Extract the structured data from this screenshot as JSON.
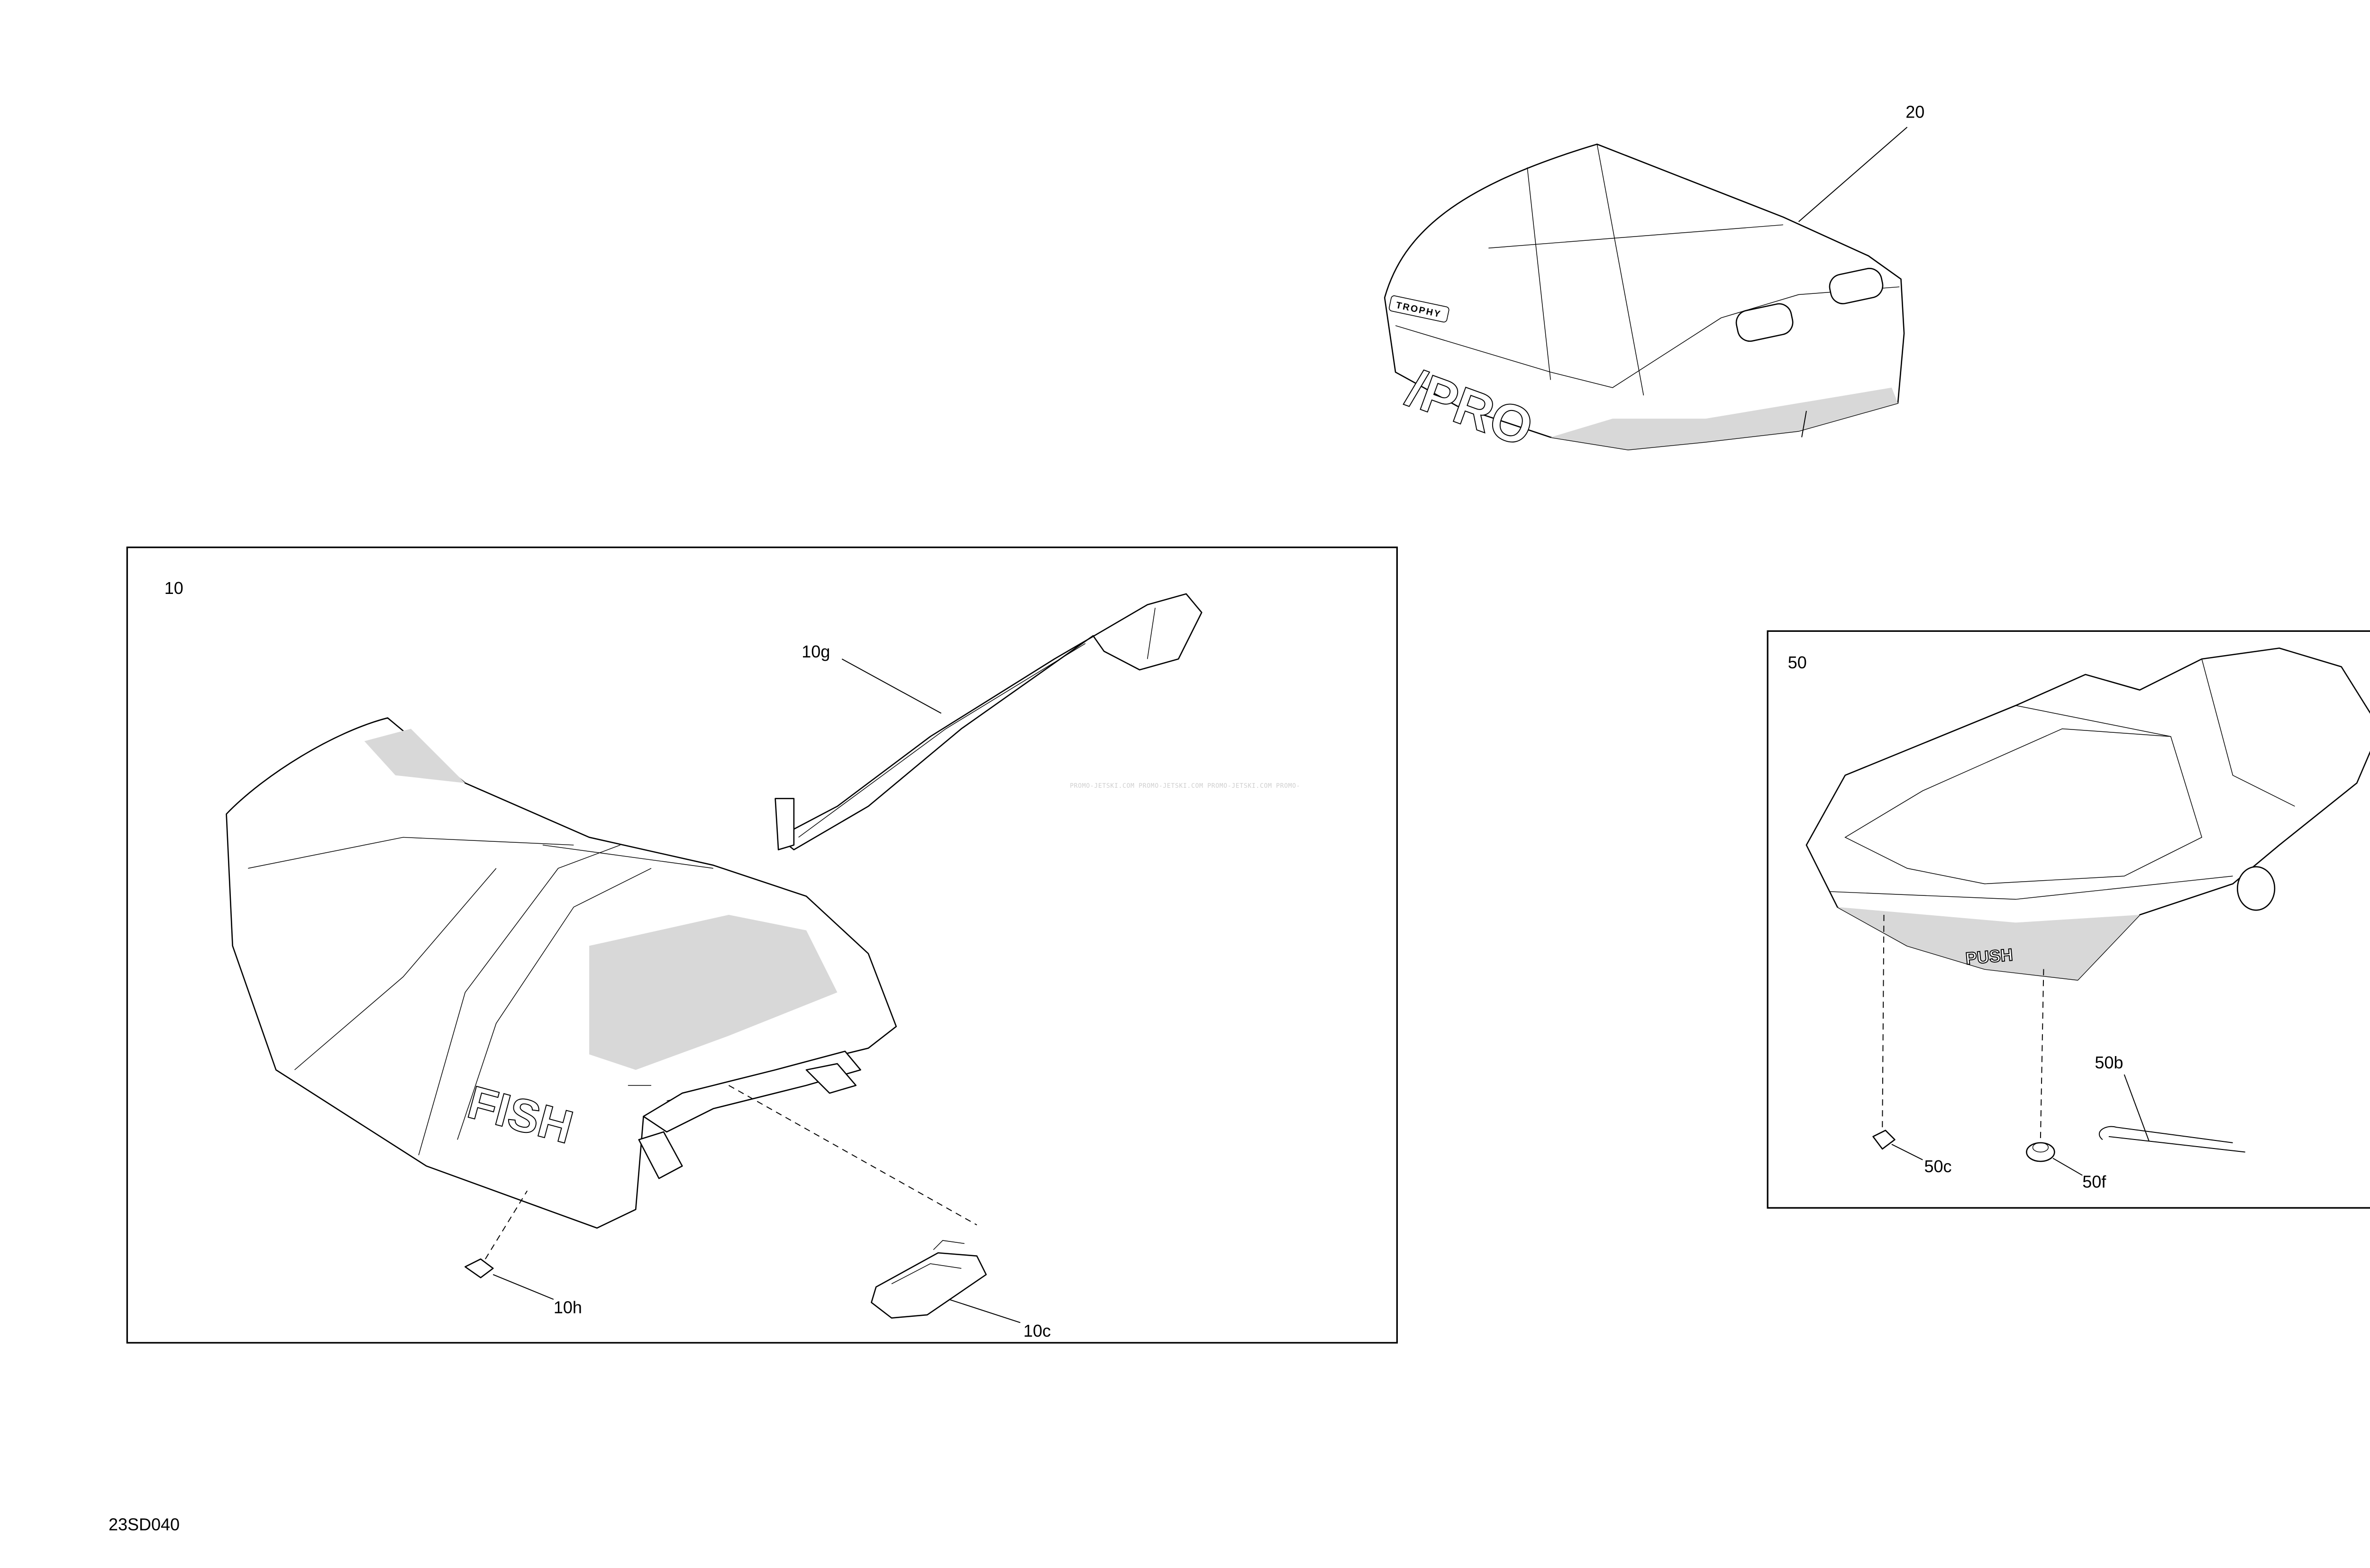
{
  "diagram_id": "23SD040",
  "watermark": "PROMO-JETSKI.COM  PROMO-JETSKI.COM  PROMO-JETSKI.COM  PROMO-",
  "decals": {
    "seat_20_badge": "TROPHY",
    "seat_20_logo": "PRO",
    "seat_10_logo": "FISH",
    "tray_50_label": "PUSH"
  },
  "callouts": {
    "p20": "20",
    "p10": "10",
    "p10g": "10g",
    "p10h": "10h",
    "p10c": "10c",
    "p50": "50",
    "p50b": "50b",
    "p50c": "50c",
    "p50f": "50f"
  }
}
